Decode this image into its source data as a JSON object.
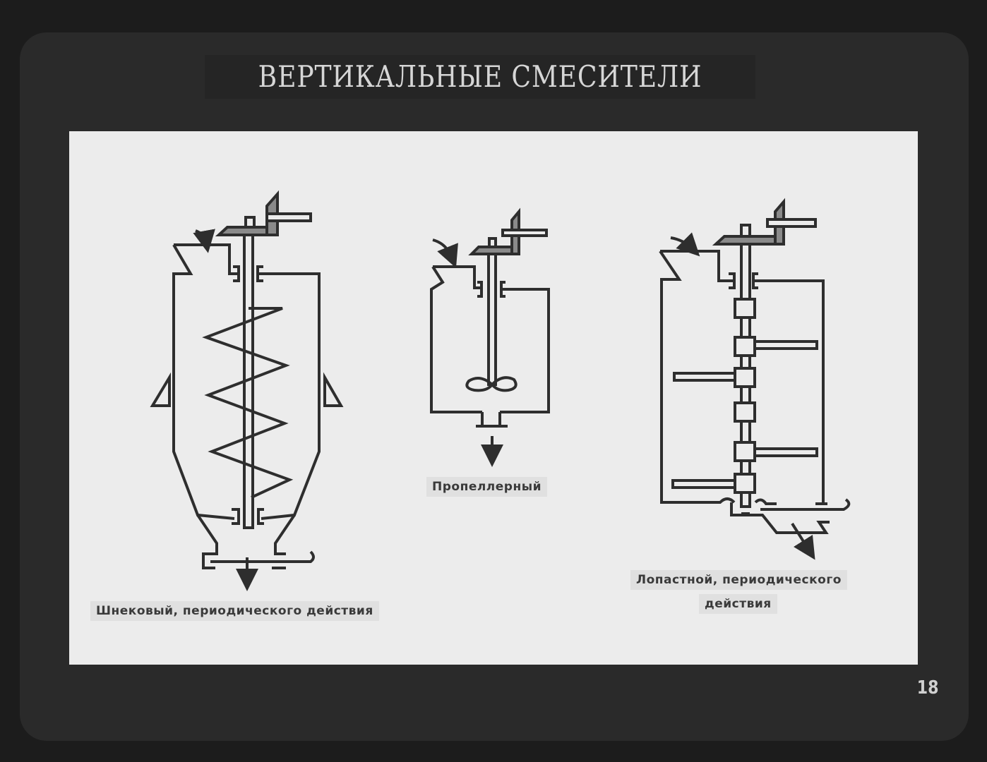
{
  "slide": {
    "title": "ВЕРТИКАЛЬНЫЕ СМЕСИТЕЛИ",
    "page_number": "18"
  },
  "diagrams": [
    {
      "id": "screw",
      "caption": "Шнековый, периодического действия",
      "parts": [
        "bevel-gear-drive",
        "loading-hopper",
        "shaft-seal",
        "helical-screw",
        "mounting-brackets",
        "conical-bottom",
        "discharge-gate",
        "discharge-arrow"
      ]
    },
    {
      "id": "propeller",
      "caption": "Пропеллерный",
      "parts": [
        "bevel-gear-drive",
        "loading-hopper",
        "shaft-seal",
        "propeller",
        "discharge-pipe",
        "discharge-arrow"
      ]
    },
    {
      "id": "paddle",
      "caption_line1": "Лопастной, периодического",
      "caption_line2": "действия",
      "parts": [
        "bevel-gear-drive",
        "loading-hopper",
        "shaft-seal",
        "paddle-hubs",
        "paddles",
        "discharge-gate",
        "discharge-arrow"
      ]
    }
  ],
  "colors": {
    "frame": "#1c1c1c",
    "slide": "#2a2a2a",
    "panel": "#ececec",
    "ink": "#2e2e2e",
    "title": "#d6d6d6"
  }
}
